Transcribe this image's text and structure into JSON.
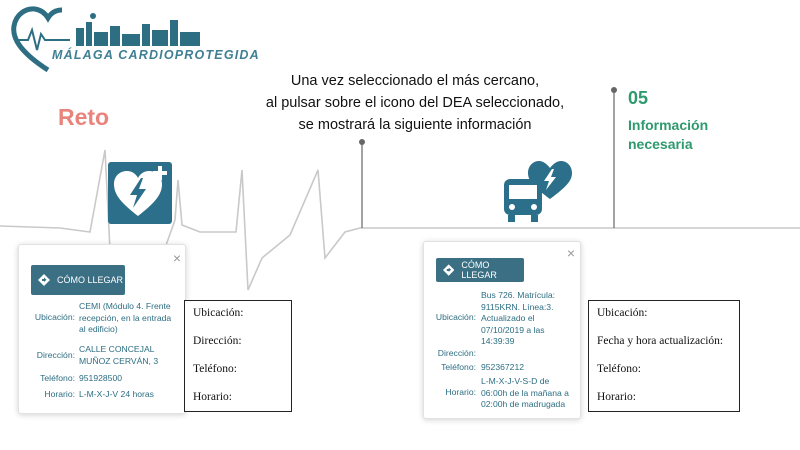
{
  "logo": {
    "text": "MÁLAGA CARDIOPROTEGIDA",
    "icon": "heart-skyline-logo"
  },
  "reto": "Reto",
  "intro": [
    "Una vez seleccionado el más cercano,",
    "al pulsar sobre el icono del DEA seleccionado,",
    "se mostrará la siguiente información"
  ],
  "step": {
    "number": "05",
    "title_line1": "Información",
    "title_line2": "necesaria"
  },
  "colors": {
    "accent_teal": "#3b6f84",
    "reto": "#e8847b",
    "step_green": "#2e9a6e"
  },
  "left_card": {
    "button": "CÓMO LLEGAR",
    "close": "×",
    "rows": [
      {
        "key": "Ubicación:",
        "value": "CEMI (Módulo 4. Frente recepción, en la entrada al edificio)"
      },
      {
        "key": "Dirección:",
        "value": "CALLE CONCEJAL MUÑOZ CERVÁN, 3"
      },
      {
        "key": "Teléfono:",
        "value": "951928500"
      },
      {
        "key": "Horario:",
        "value": "L-M-X-J-V 24 horas"
      }
    ]
  },
  "left_box": {
    "labels": [
      "Ubicación:",
      "Dirección:",
      "Teléfono:",
      "Horario:"
    ]
  },
  "right_card": {
    "button": "CÓMO LLEGAR",
    "close": "×",
    "rows": [
      {
        "key": "Ubicación:",
        "value": "Bus 726. Matrícula: 9115KRN. Línea:3. Actualizado el 07/10/2019 a las 14:39:39"
      },
      {
        "key": "Dirección:",
        "value": ""
      },
      {
        "key": "Teléfono:",
        "value": "952367212"
      },
      {
        "key": "Horario:",
        "value": "L-M-X-J-V-S-D de 06:00h de la mañana a 02:00h de madrugada"
      }
    ]
  },
  "right_box": {
    "labels": [
      "Ubicación:",
      "Fecha y hora actualización:",
      "Teléfono:",
      "Horario:"
    ]
  }
}
